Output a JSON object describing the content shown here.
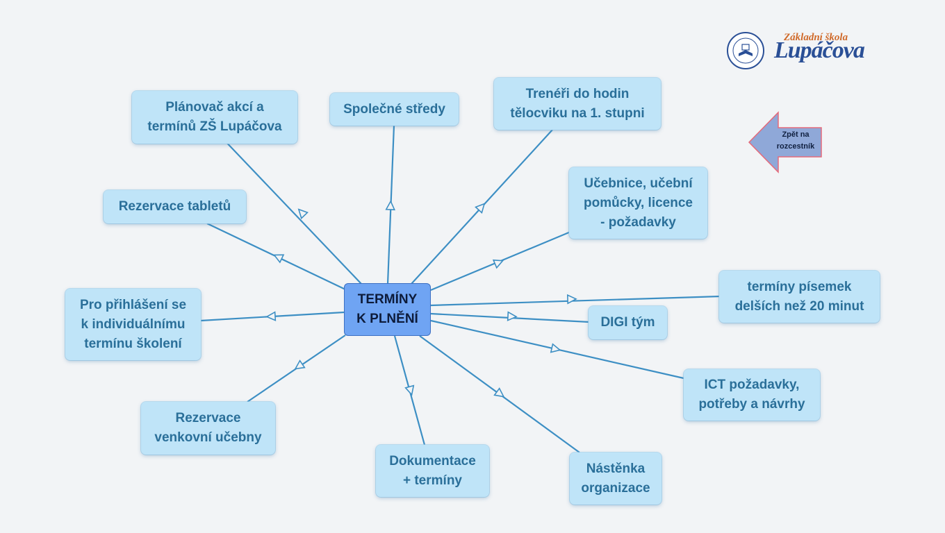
{
  "center": {
    "label": "TERMÍNY\nK PLNĚNÍ"
  },
  "nodes": [
    {
      "id": "planovac",
      "label": "Plánovač akcí a\ntermínů ZŠ Lupáčova"
    },
    {
      "id": "spolecne",
      "label": "Společné středy"
    },
    {
      "id": "treneri",
      "label": "Trenéři do hodin\ntělocviku na 1. stupni"
    },
    {
      "id": "ucebnice",
      "label": "Učebnice, učební\npomůcky, licence\n- požadavky"
    },
    {
      "id": "rezervace-tabletu",
      "label": "Rezervace tabletů"
    },
    {
      "id": "pisemky",
      "label": "termíny písemek\ndelších než 20 minut"
    },
    {
      "id": "digi",
      "label": "DIGI tým"
    },
    {
      "id": "prihlaseni",
      "label": "Pro přihlášení se\nk individuálnímu\ntermínu školení"
    },
    {
      "id": "ict",
      "label": "ICT požadavky,\npotřeby a návrhy"
    },
    {
      "id": "venkovni",
      "label": "Rezervace\nvenkovní učebny"
    },
    {
      "id": "dokumentace",
      "label": "Dokumentace\n+ termíny"
    },
    {
      "id": "nastenka",
      "label": "Nástěnka\norganizace"
    }
  ],
  "logo": {
    "top_text": "Základní škola",
    "main_text": "Lupáčova"
  },
  "back_button": {
    "label": "Zpět na\nrozcestník"
  },
  "colors": {
    "line": "#3d8fc4",
    "node_fill": "#bfe4f8",
    "node_text": "#2a6f99",
    "center_fill": "#6fa4f3",
    "arrow_fill": "#8fa8d8"
  }
}
